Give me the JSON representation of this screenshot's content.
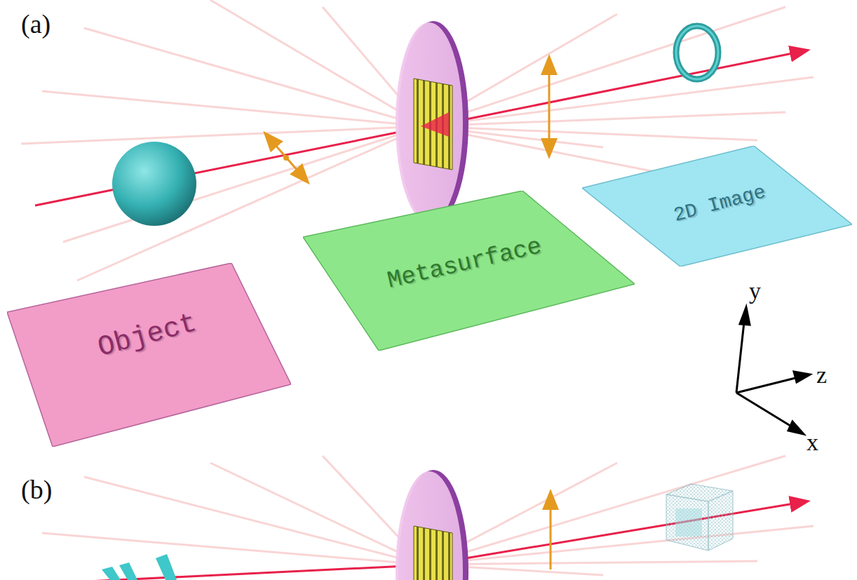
{
  "diagram": {
    "nodes": [
      {
        "text": [
          "Object"
        ]
      },
      {
        "text": [
          "Metasurface"
        ]
      },
      {
        "text": [
          "2D Image"
        ]
      }
    ],
    "labels": [
      "(a)",
      "y",
      "z",
      "x",
      "(b)"
    ]
  }
}
